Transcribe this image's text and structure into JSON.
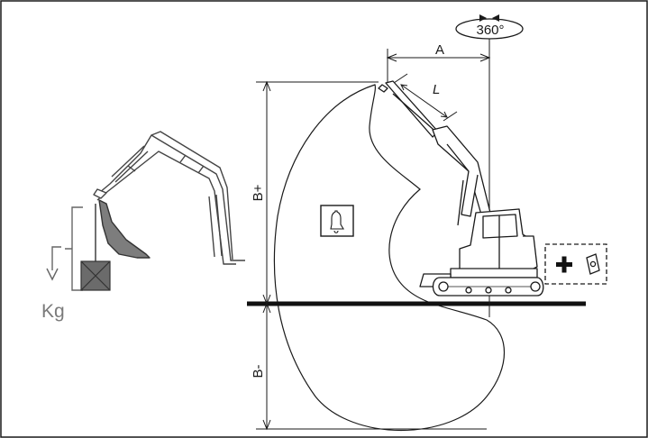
{
  "labels": {
    "rotation": "360°",
    "dim_a": "A",
    "dim_l": "L",
    "dim_b_plus": "B+",
    "dim_b_minus": "B-",
    "weight_unit": "Kg"
  },
  "icons": {
    "alarm": "bell-icon",
    "option": "plus-icon",
    "switch": "switch-icon",
    "rotation": "rotation-arrows-icon",
    "load": "load-box-icon"
  },
  "colors": {
    "line": "#1a1a1a",
    "muted": "#7a7a7a",
    "load_fill": "#6b6b6b"
  }
}
